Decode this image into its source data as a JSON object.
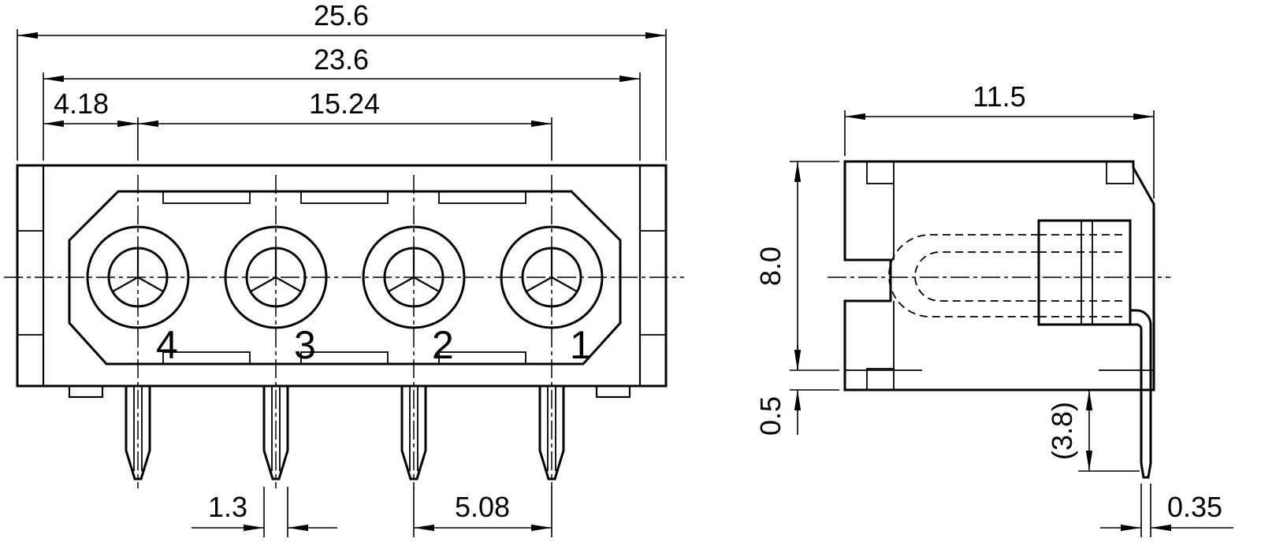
{
  "drawing": {
    "front_view": {
      "dims": {
        "overall_width": "25.6",
        "body_width": "23.6",
        "edge_to_first_pin": "4.18",
        "pin_row_span": "15.24",
        "pin_width": "1.3",
        "pin_pitch": "5.08"
      },
      "pins": [
        "4",
        "3",
        "2",
        "1"
      ]
    },
    "side_view": {
      "dims": {
        "depth": "11.5",
        "height": "8.0",
        "standoff": "0.5",
        "pin_protrusion": "(3.8)",
        "pin_thickness": "0.35"
      }
    },
    "colors": {
      "line": "#000000",
      "background": "#ffffff"
    }
  }
}
